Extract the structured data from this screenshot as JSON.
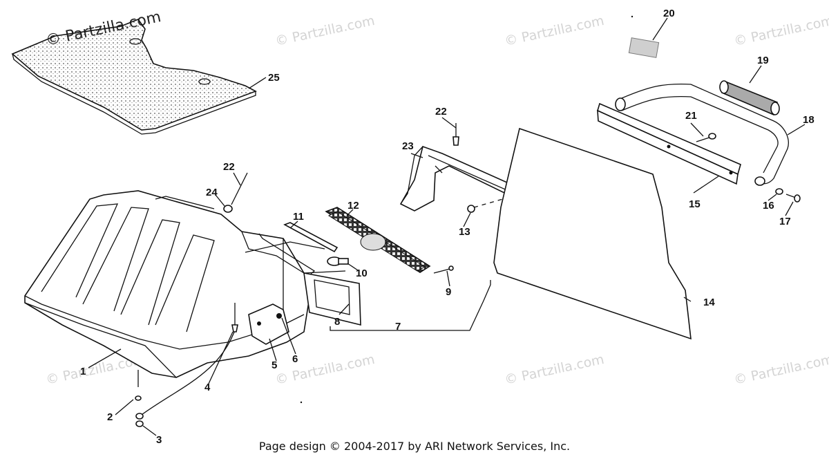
{
  "watermark": "© Partzilla.com",
  "watermark_small": "© Partzilla.com",
  "callouts": [
    "1",
    "2",
    "3",
    "4",
    "5",
    "6",
    "7",
    "8",
    "9",
    "10",
    "11",
    "12",
    "13",
    "14",
    "15",
    "16",
    "17",
    "18",
    "19",
    "20",
    "21",
    "22",
    "22",
    "23",
    "24",
    "25"
  ],
  "footer": "Page design © 2004-2017 by ARI Network Services, Inc."
}
